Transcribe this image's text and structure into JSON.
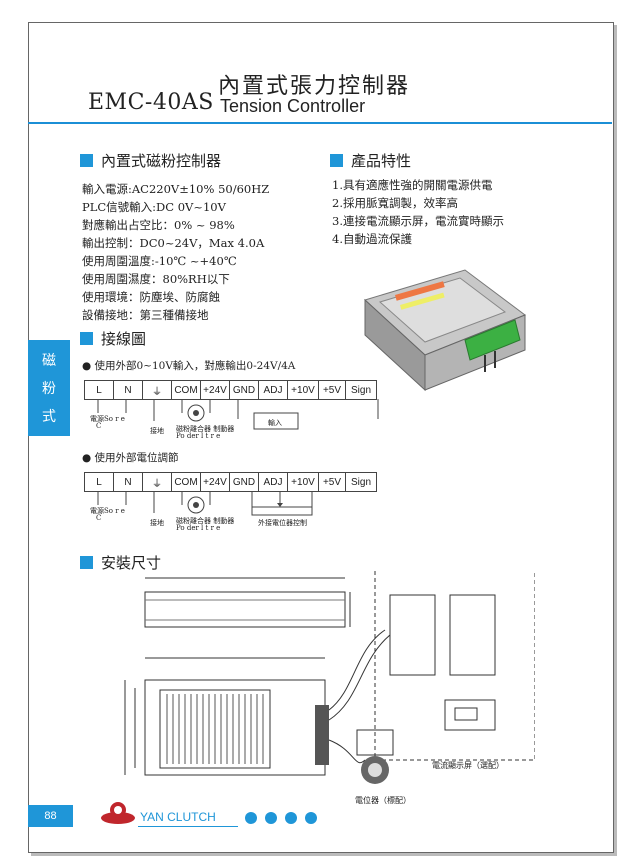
{
  "header": {
    "model": "EMC-40AS",
    "title_cn": "內置式張力控制器",
    "title_en": "Tension Controller"
  },
  "left_section": {
    "title": "內置式磁粉控制器",
    "specs": [
      "輸入電源:AC220V±10% 50/60HZ",
      "PLC信號輸入:DC 0V~10V",
      "對應輸出占空比：0% ~ 98%",
      "輸出控制：DC0~24V，Max 4.0A",
      "使用周圍溫度:-10℃ ~+40℃",
      "使用周圍濕度：80%RH以下",
      "使用環境：防塵埃、防腐蝕",
      "設備接地：第三種備接地"
    ]
  },
  "right_section": {
    "title": "產品特性",
    "features": [
      "1.具有適應性強的開關電源供電",
      "2.採用脈寬調製，效率高",
      "3.連接電流顯示屏，電流實時顯示",
      "4.自動過流保護"
    ]
  },
  "side_tab": {
    "chars": [
      "磁",
      "粉",
      "式"
    ]
  },
  "wiring": {
    "title": "接線圖",
    "diagram1": {
      "caption": "● 使用外部0~10V輸入，對應輸出0-24V/4A",
      "terminals": [
        "L",
        "N",
        "⏚",
        "COM",
        "+24V",
        "GND",
        "ADJ",
        "+10V",
        "+5V",
        "Sign"
      ],
      "label_power": "電源So r e",
      "label_power2": "C",
      "label_ground": "接地",
      "label_clutch": "磁粉離合器 制動器",
      "label_clutch2": "Po der l t  r e",
      "label_input": "輸入"
    },
    "diagram2": {
      "caption": "● 使用外部電位調節",
      "terminals": [
        "L",
        "N",
        "⏚",
        "COM",
        "+24V",
        "GND",
        "ADJ",
        "+10V",
        "+5V",
        "Sign"
      ],
      "label_power": "電源So r e",
      "label_power2": "C",
      "label_ground": "接地",
      "label_clutch": "磁粉離合器 制動器",
      "label_clutch2": "Po der l t  r e",
      "label_pot": "外接電位器控制"
    }
  },
  "dimensions": {
    "title": "安裝尺寸",
    "label_display": "電流顯示屏（選配）",
    "label_pot": "電位器（標配）"
  },
  "footer": {
    "page": "88",
    "brand": "YAN CLUTCH"
  },
  "colors": {
    "accent": "#1f96d8"
  }
}
